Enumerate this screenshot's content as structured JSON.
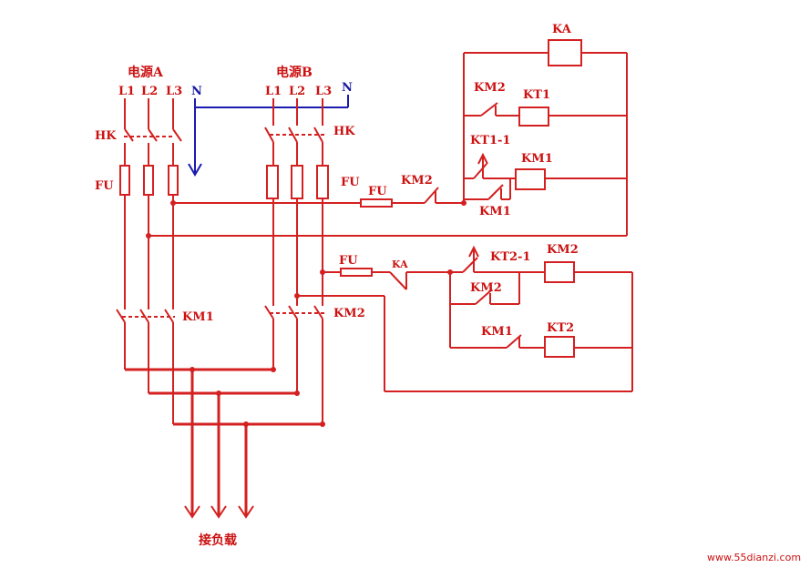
{
  "sources": {
    "a_label": "电源A",
    "b_label": "电源B",
    "phases": [
      "L1",
      "L2",
      "L3"
    ],
    "neutral": "N"
  },
  "devices": {
    "hk": "HK",
    "fu": "FU",
    "km1": "KM1",
    "km2": "KM2",
    "ka": "KA",
    "kt1": "KT1",
    "kt2": "KT2",
    "kt1_1": "KT1-1",
    "kt2_1": "KT2-1"
  },
  "load_label": "接负载",
  "watermark": "www.55dianzi.com",
  "colors": {
    "wire": "#d42020",
    "neutral": "#1a1ab0",
    "background": "#ffffff"
  }
}
